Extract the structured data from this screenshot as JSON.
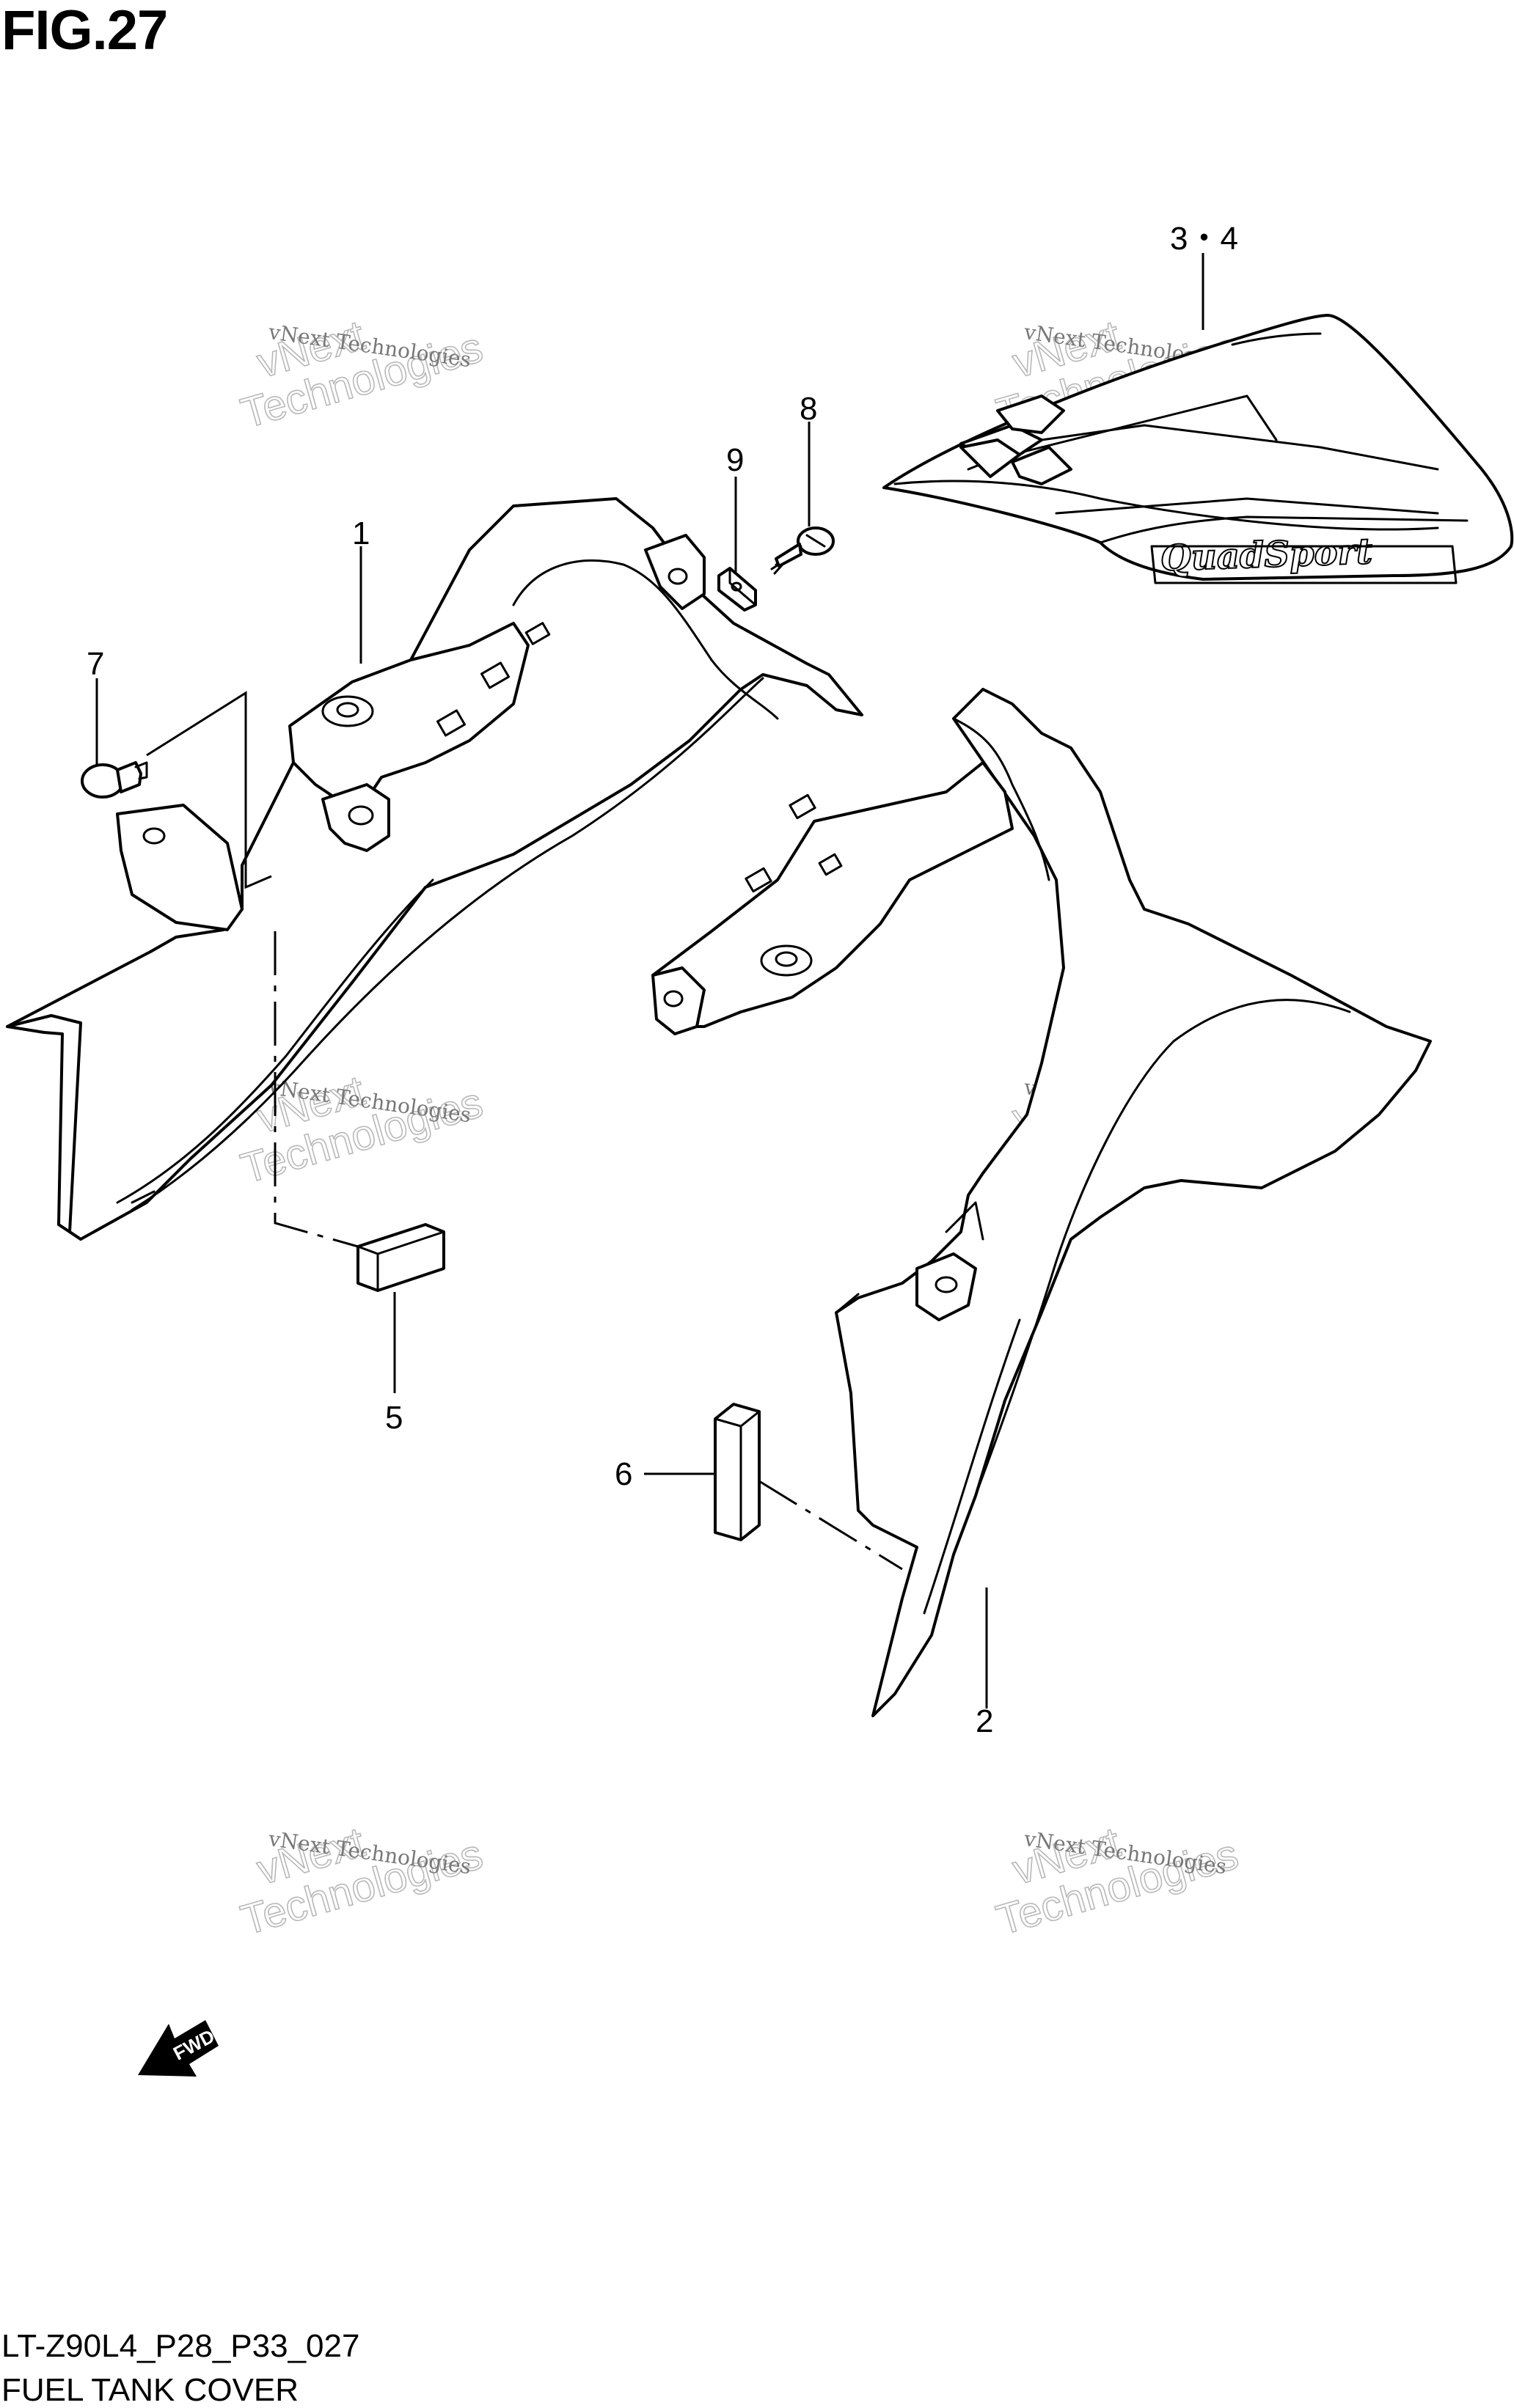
{
  "figure": {
    "title": "FIG.27",
    "code": "LT-Z90L4_P28_P33_027",
    "name": "FUEL TANK COVER"
  },
  "callouts": {
    "c1": "1",
    "c2": "2",
    "c34": "3・4",
    "c5": "5",
    "c6": "6",
    "c7": "7",
    "c8": "8",
    "c9": "9"
  },
  "decal": {
    "brand_text": "QuadSport"
  },
  "fwd_marker": {
    "text": "FWD"
  },
  "watermark": {
    "line1": "vNext Technologies",
    "line2": "vNext",
    "line3": "Technologies"
  }
}
